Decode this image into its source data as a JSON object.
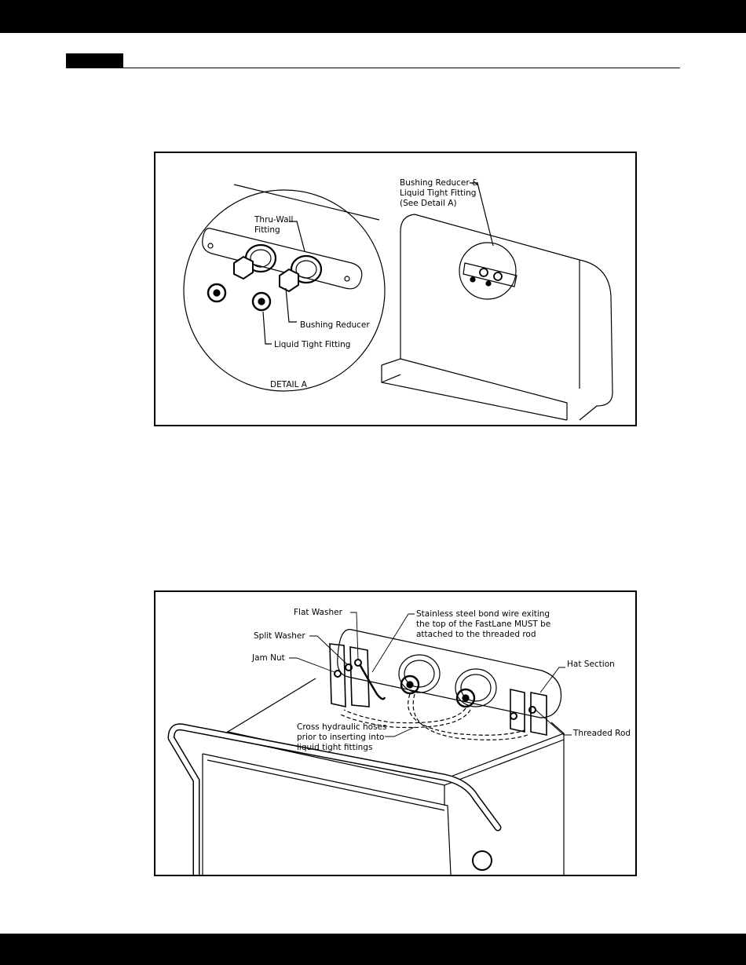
{
  "figure1": {
    "labels": {
      "bushing_reducer_callout": "Bushing Reducer &\nLiquid Tight Fitting\n(See Detail A)",
      "thru_wall": "Thru-Wall\nFitting",
      "bushing_reducer": "Bushing Reducer",
      "liquid_tight": "Liquid Tight Fitting",
      "detail": "DETAIL A"
    }
  },
  "figure2": {
    "labels": {
      "flat_washer": "Flat Washer",
      "split_washer": "Split Washer",
      "jam_nut": "Jam Nut",
      "bond_wire": "Stainless steel bond wire exiting\nthe top of the FastLane MUST be\nattached to the threaded rod",
      "hat_section": "Hat Section",
      "threaded_rod": "Threaded Rod",
      "cross_hoses": "Cross hydraulic hoses\nprior to inserting into\nliquid tight fittings"
    }
  }
}
